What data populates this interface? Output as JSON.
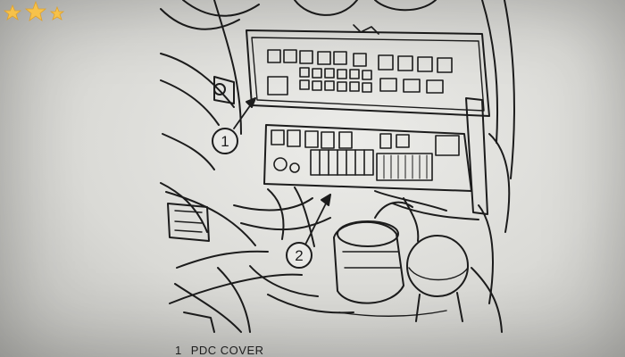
{
  "figure": {
    "callouts": [
      {
        "label": "1"
      },
      {
        "label": "2"
      }
    ],
    "legend": [
      {
        "number": "1",
        "text": "PDC COVER"
      }
    ]
  },
  "colors": {
    "paper": "#e4e4e1",
    "ink": "#1c1c1c",
    "star": "#f7c24a"
  },
  "icons": {
    "watermark": "star-sparkles-icon"
  }
}
